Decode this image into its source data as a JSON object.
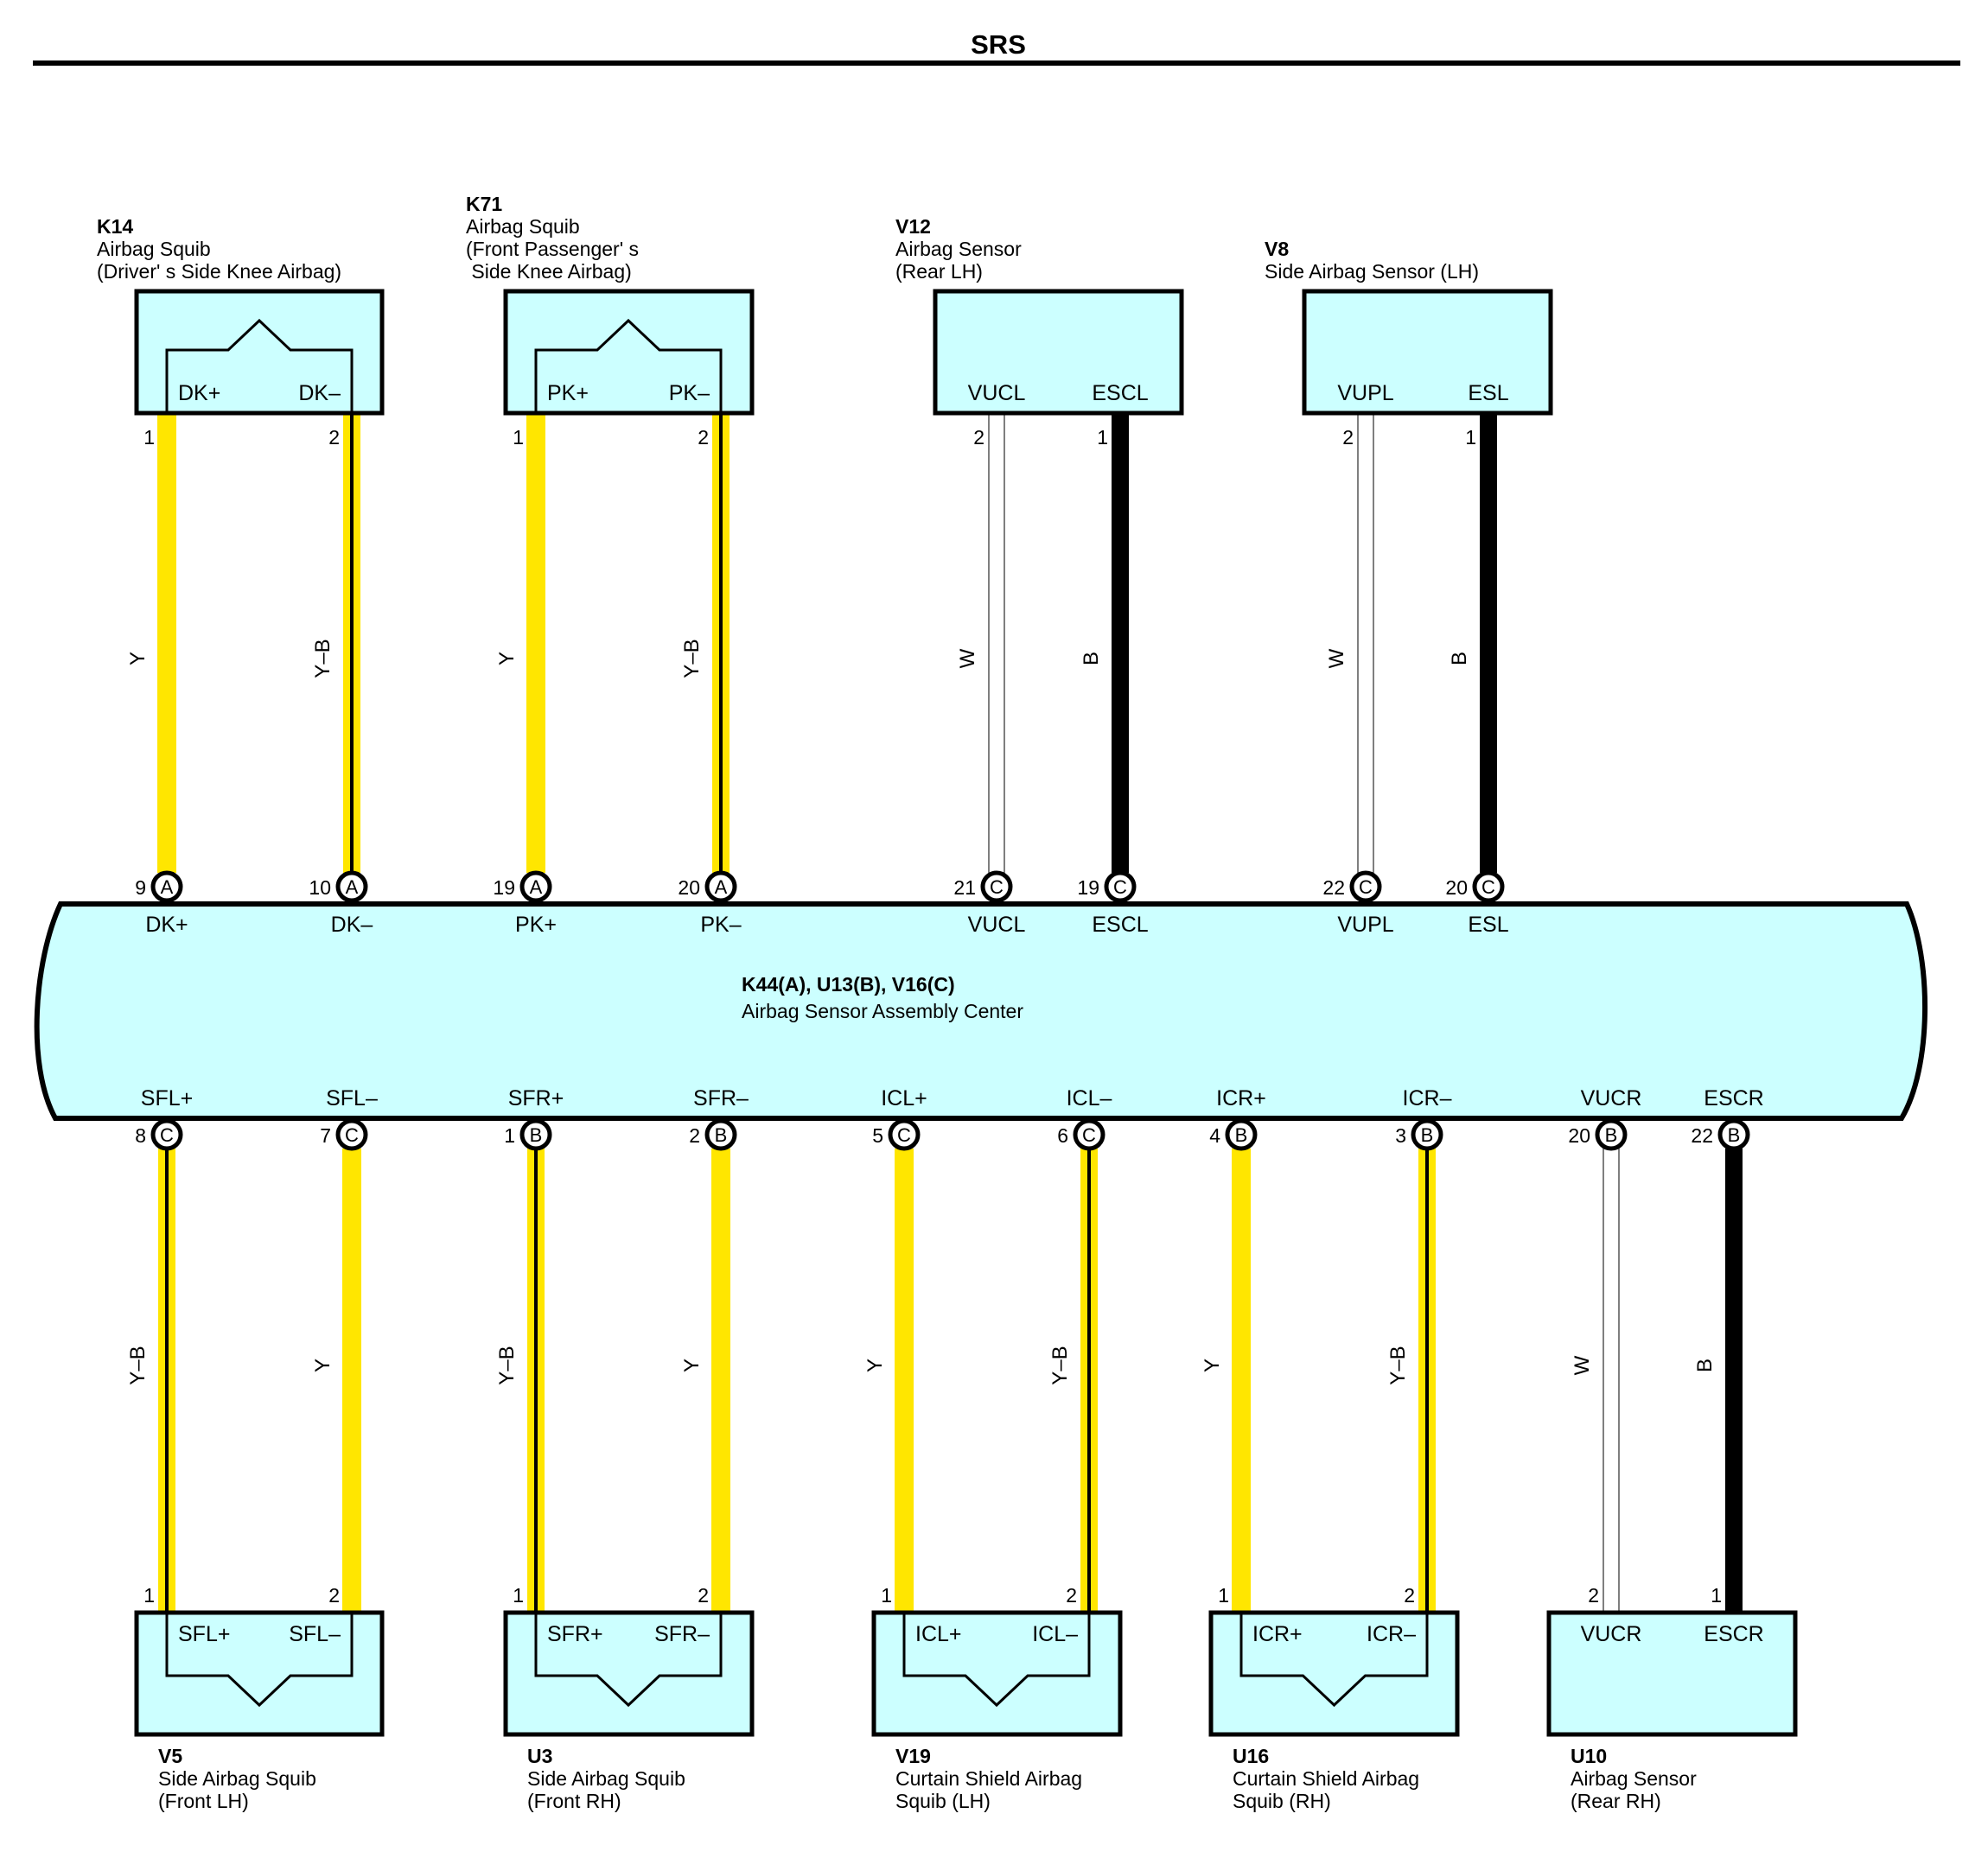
{
  "title": "SRS",
  "colors": {
    "connector_fill": "#ccffff",
    "wire_Y": "#ffe600",
    "wire_B": "#000000",
    "wire_W": "#ffffff",
    "stroke": "#000000"
  },
  "ecu": {
    "code": "K44(A), U13(B), V16(C)",
    "name": "Airbag Sensor Assembly Center"
  },
  "top_connectors": [
    {
      "code": "K14",
      "desc": [
        "Airbag Squib",
        "(Driver' s Side Knee Airbag)"
      ],
      "squib": true,
      "terminals": [
        "DK+",
        "DK–"
      ],
      "pins": [
        "1",
        "2"
      ],
      "wires": [
        "Y",
        "Y–B"
      ],
      "ecu_pins": [
        "9",
        "10"
      ],
      "ecu_letters": [
        "A",
        "A"
      ],
      "ecu_terms": [
        "DK+",
        "DK–"
      ]
    },
    {
      "code": "K71",
      "desc": [
        "Airbag Squib",
        "(Front Passenger' s",
        " Side Knee Airbag)"
      ],
      "squib": true,
      "terminals": [
        "PK+",
        "PK–"
      ],
      "pins": [
        "1",
        "2"
      ],
      "wires": [
        "Y",
        "Y–B"
      ],
      "ecu_pins": [
        "19",
        "20"
      ],
      "ecu_letters": [
        "A",
        "A"
      ],
      "ecu_terms": [
        "PK+",
        "PK–"
      ]
    },
    {
      "code": "V12",
      "desc": [
        "Airbag Sensor",
        "(Rear LH)"
      ],
      "squib": false,
      "terminals": [
        "VUCL",
        "ESCL"
      ],
      "pins": [
        "2",
        "1"
      ],
      "wires": [
        "W",
        "B"
      ],
      "ecu_pins": [
        "21",
        "19"
      ],
      "ecu_letters": [
        "C",
        "C"
      ],
      "ecu_terms": [
        "VUCL",
        "ESCL"
      ]
    },
    {
      "code": "V8",
      "desc": [
        "Side Airbag Sensor (LH)"
      ],
      "squib": false,
      "terminals": [
        "VUPL",
        "ESL"
      ],
      "pins": [
        "2",
        "1"
      ],
      "wires": [
        "W",
        "B"
      ],
      "ecu_pins": [
        "22",
        "20"
      ],
      "ecu_letters": [
        "C",
        "C"
      ],
      "ecu_terms": [
        "VUPL",
        "ESL"
      ]
    }
  ],
  "bottom_connectors": [
    {
      "code": "V5",
      "desc": [
        "Side Airbag Squib",
        "(Front LH)"
      ],
      "squib": true,
      "terminals": [
        "SFL+",
        "SFL–"
      ],
      "pins": [
        "1",
        "2"
      ],
      "wires": [
        "Y–B",
        "Y"
      ],
      "ecu_pins": [
        "8",
        "7"
      ],
      "ecu_letters": [
        "C",
        "C"
      ],
      "ecu_terms": [
        "SFL+",
        "SFL–"
      ]
    },
    {
      "code": "U3",
      "desc": [
        "Side Airbag Squib",
        "(Front RH)"
      ],
      "squib": true,
      "terminals": [
        "SFR+",
        "SFR–"
      ],
      "pins": [
        "1",
        "2"
      ],
      "wires": [
        "Y–B",
        "Y"
      ],
      "ecu_pins": [
        "1",
        "2"
      ],
      "ecu_letters": [
        "B",
        "B"
      ],
      "ecu_terms": [
        "SFR+",
        "SFR–"
      ]
    },
    {
      "code": "V19",
      "desc": [
        "Curtain Shield Airbag",
        "Squib (LH)"
      ],
      "squib": true,
      "terminals": [
        "ICL+",
        "ICL–"
      ],
      "pins": [
        "1",
        "2"
      ],
      "wires": [
        "Y",
        "Y–B"
      ],
      "ecu_pins": [
        "5",
        "6"
      ],
      "ecu_letters": [
        "C",
        "C"
      ],
      "ecu_terms": [
        "ICL+",
        "ICL–"
      ]
    },
    {
      "code": "U16",
      "desc": [
        "Curtain Shield Airbag",
        "Squib (RH)"
      ],
      "squib": true,
      "terminals": [
        "ICR+",
        "ICR–"
      ],
      "pins": [
        "1",
        "2"
      ],
      "wires": [
        "Y",
        "Y–B"
      ],
      "ecu_pins": [
        "4",
        "3"
      ],
      "ecu_letters": [
        "B",
        "B"
      ],
      "ecu_terms": [
        "ICR+",
        "ICR–"
      ]
    },
    {
      "code": "U10",
      "desc": [
        "Airbag Sensor",
        "(Rear RH)"
      ],
      "squib": false,
      "terminals": [
        "VUCR",
        "ESCR"
      ],
      "pins": [
        "2",
        "1"
      ],
      "wires": [
        "W",
        "B"
      ],
      "ecu_pins": [
        "20",
        "22"
      ],
      "ecu_letters": [
        "B",
        "B"
      ],
      "ecu_terms": [
        "VUCR",
        "ESCR"
      ]
    }
  ]
}
